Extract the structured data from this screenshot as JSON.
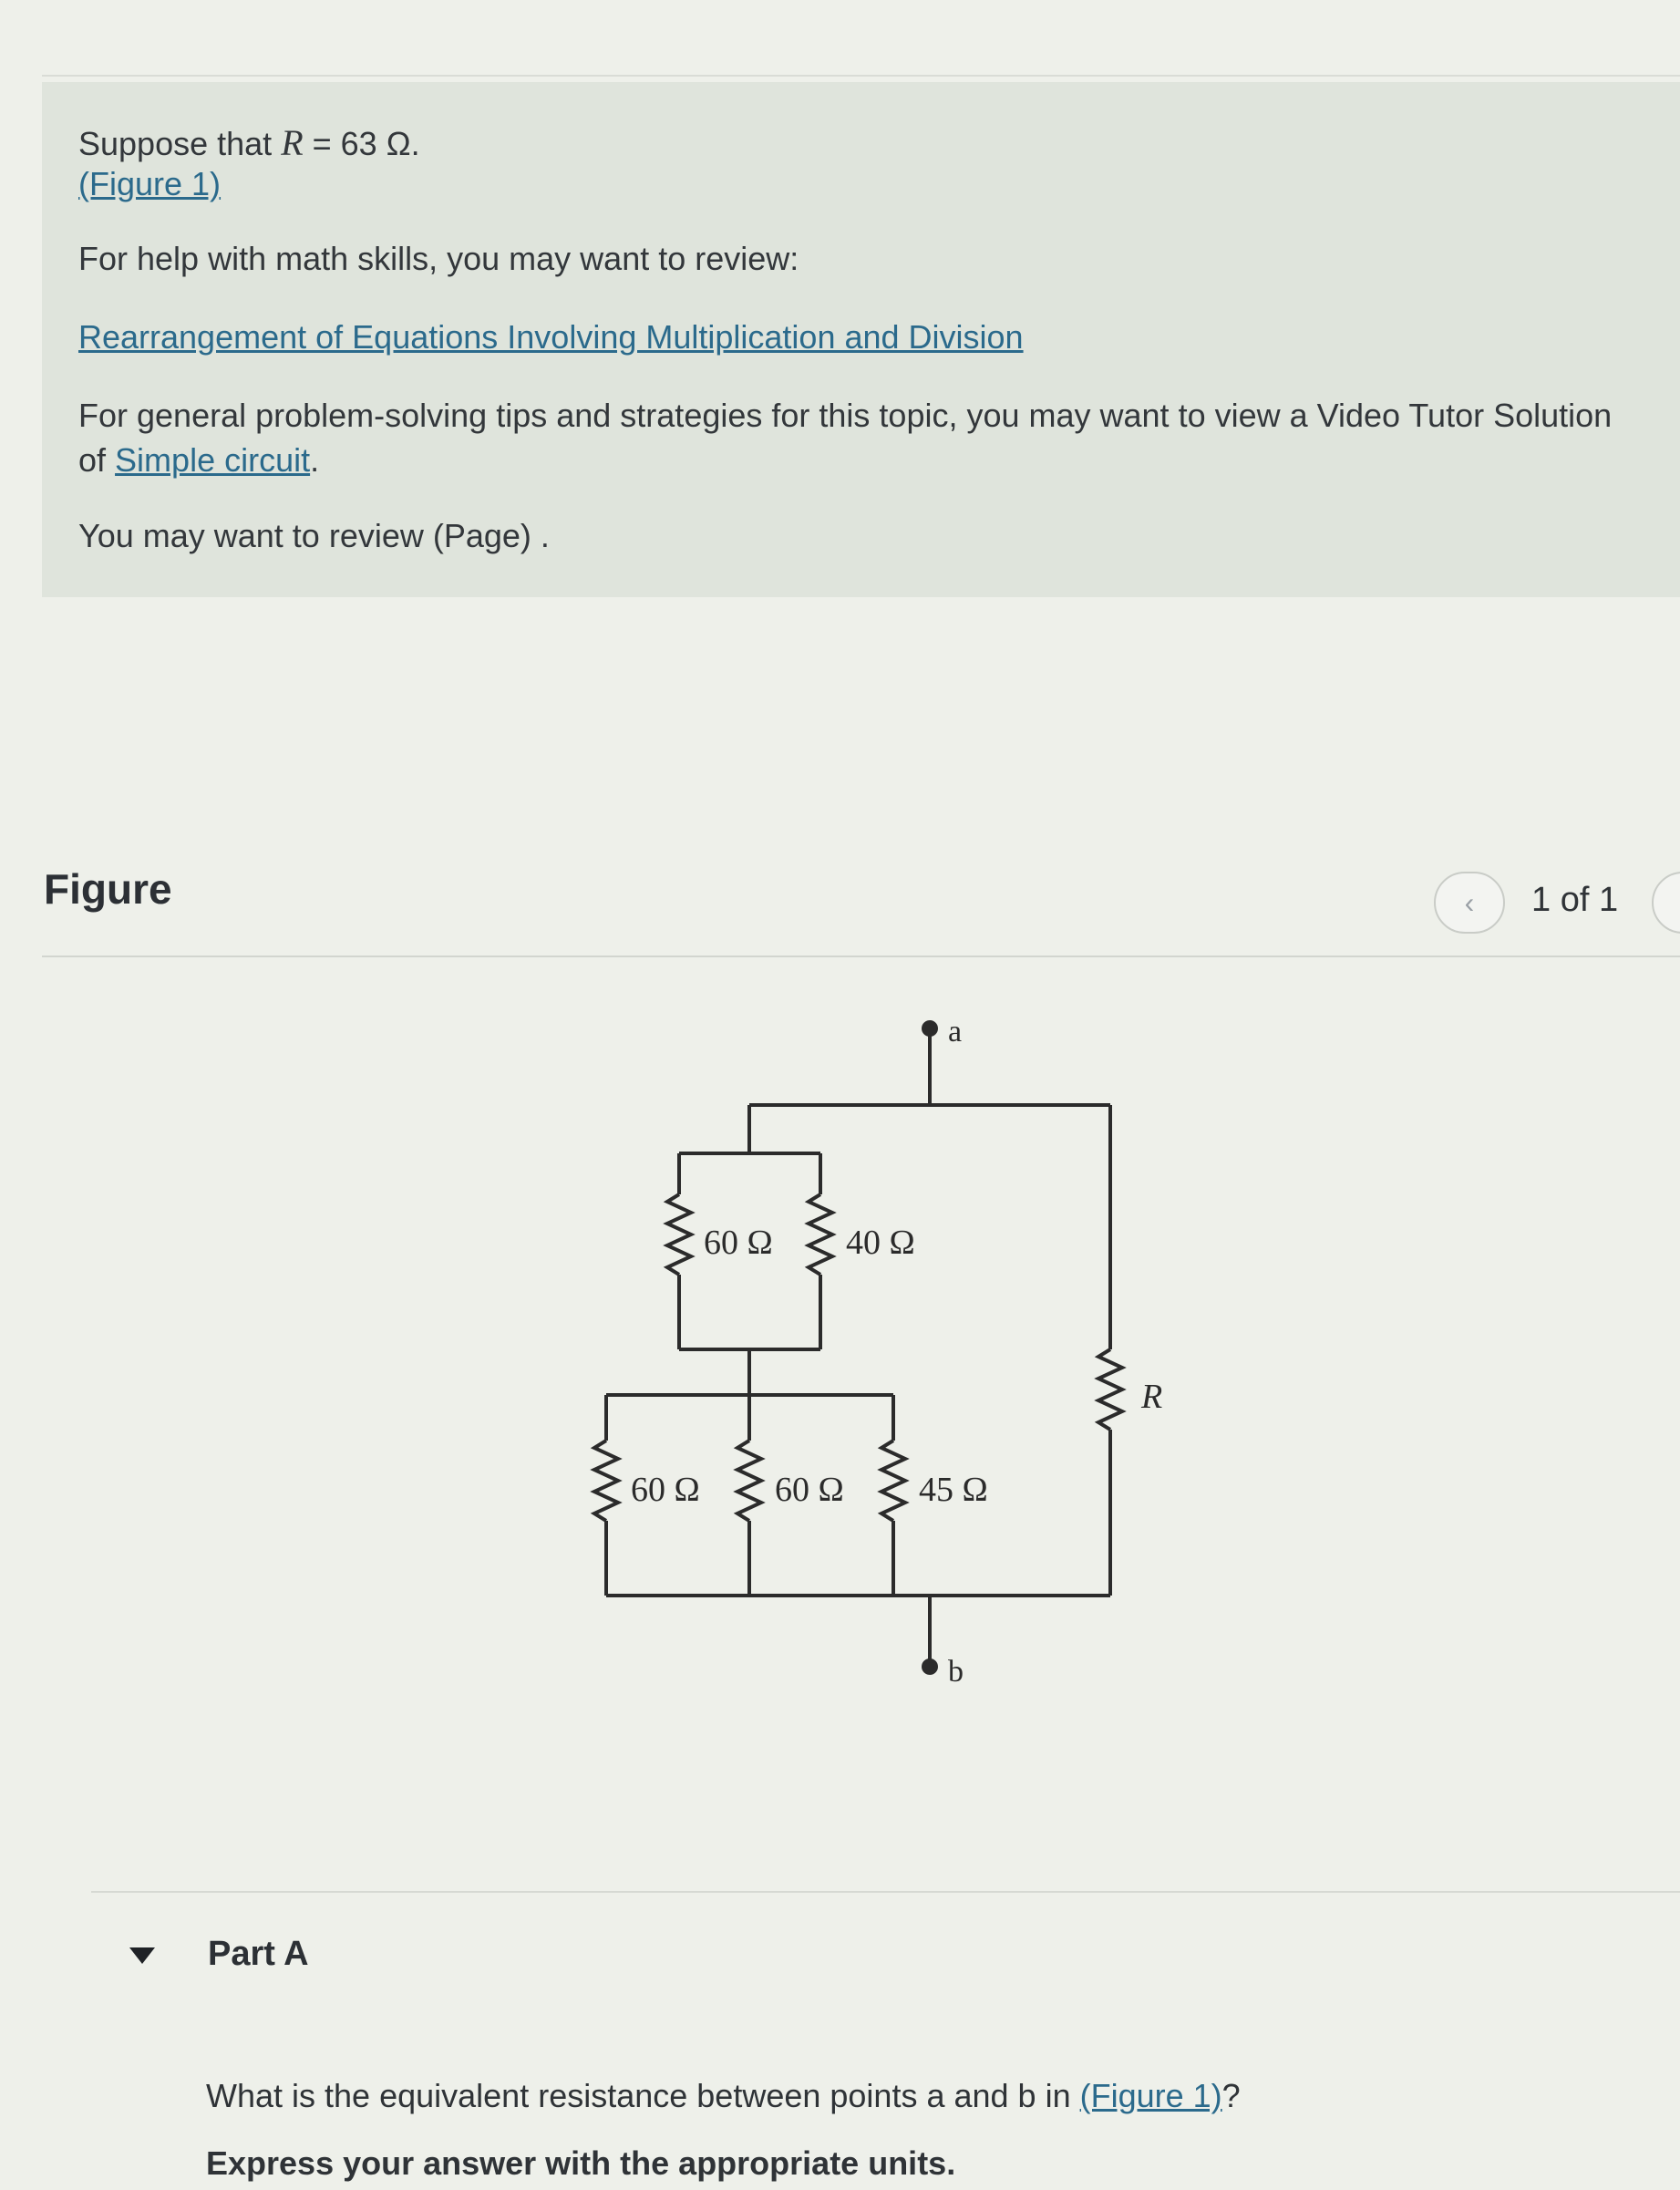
{
  "intro": {
    "suppose_prefix": "Suppose that",
    "variable": "R",
    "equals_value": " = 63 Ω.",
    "figure_link": "(Figure 1)",
    "help_text": "For help with math skills, you may want to review:",
    "math_link": "Rearrangement of Equations Involving Multiplication and Division",
    "tips_prefix": "For general problem-solving tips and strategies for this topic, you may want to view a Video Tutor Solution of",
    "tips_link": "Simple circuit",
    "tips_suffix": ".",
    "review_text": "You may want to review (Page) ."
  },
  "figure": {
    "title": "Figure",
    "prev_icon": "chevron-left-icon",
    "pager": "1 of 1"
  },
  "circuit": {
    "terminal_a": "a",
    "terminal_b": "b",
    "r_top_left": "60 Ω",
    "r_top_right": "40 Ω",
    "r_bottom_1": "60 Ω",
    "r_bottom_2": "60 Ω",
    "r_bottom_3": "45 Ω",
    "r_right": "R"
  },
  "part": {
    "title": "Part A",
    "question_prefix": "What is the equivalent resistance between points a and b in",
    "question_link": "(Figure 1)",
    "question_suffix": "?",
    "instruction": "Express your answer with the appropriate units."
  },
  "colors": {
    "link": "#2b6a8c",
    "panel": "#dfe4dc"
  }
}
